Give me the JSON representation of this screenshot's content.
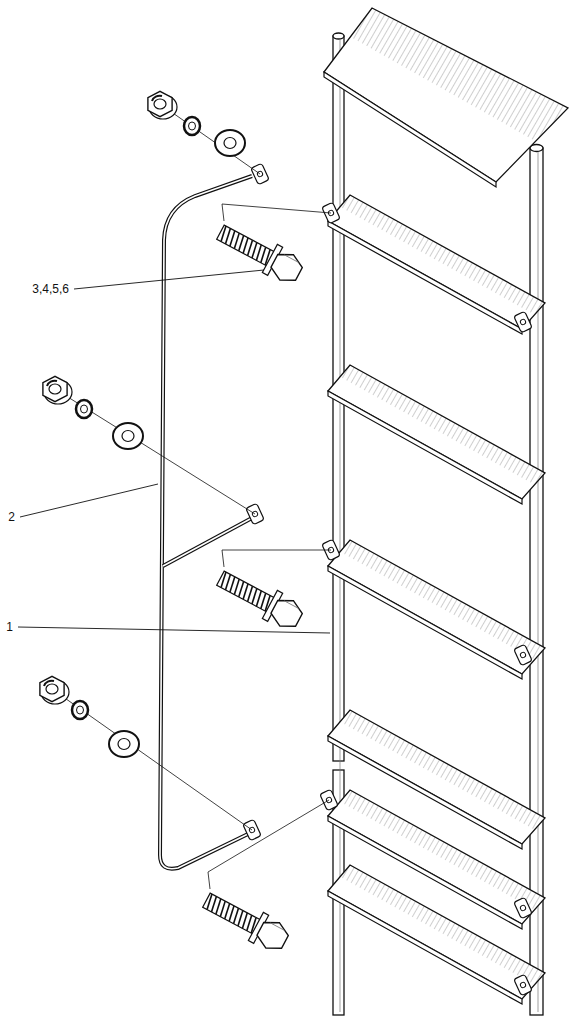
{
  "diagram": {
    "labels": [
      "3,4,5,6",
      "2",
      "1"
    ]
  }
}
